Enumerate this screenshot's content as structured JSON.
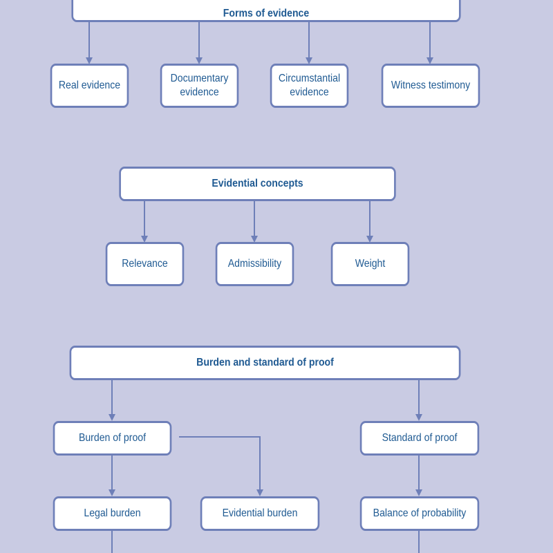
{
  "colors": {
    "background": "#c9cbe3",
    "box_fill": "#ffffff",
    "box_border": "#6e7fb8",
    "text": "#1f5a92",
    "connector": "#6e7fb8"
  },
  "forms": {
    "title": "Forms of evidence",
    "items": [
      "Real evidence",
      "Documentary\nevidence",
      "Circumstantial\nevidence",
      "Witness testimony"
    ]
  },
  "concepts": {
    "title": "Evidential concepts",
    "items": [
      "Relevance",
      "Admissibility",
      "Weight"
    ]
  },
  "burden": {
    "title": "Burden and standard of proof",
    "burden_of_proof": "Burden of proof",
    "standard_of_proof": "Standard of proof",
    "legal_burden": "Legal burden",
    "evidential_burden": "Evidential burden",
    "balance": "Balance of probability"
  }
}
